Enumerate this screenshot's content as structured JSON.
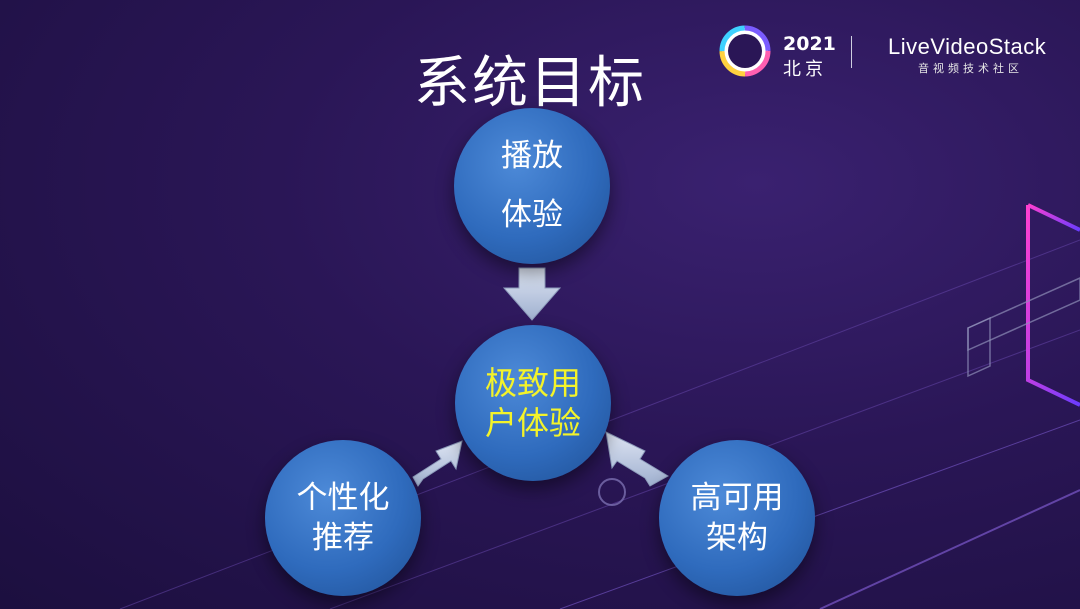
{
  "slide": {
    "title": "系统目标"
  },
  "header": {
    "event_year": "2021",
    "event_city": "北京",
    "brand_name": "LiveVideoStack",
    "brand_tagline": "音视频技术社区"
  },
  "diagram": {
    "nodes": {
      "top": {
        "lines": [
          "播放",
          "体验"
        ]
      },
      "center": {
        "lines": [
          "极致用",
          "户体验"
        ]
      },
      "bottom_left": {
        "lines": [
          "个性化",
          "推荐"
        ]
      },
      "bottom_right": {
        "lines": [
          "高可用",
          "架构"
        ]
      }
    }
  },
  "colors": {
    "background": "#2a1656",
    "node_fill": "#2f6bbd",
    "center_text": "#f3f32a",
    "arrow": "#c8d2e6"
  }
}
